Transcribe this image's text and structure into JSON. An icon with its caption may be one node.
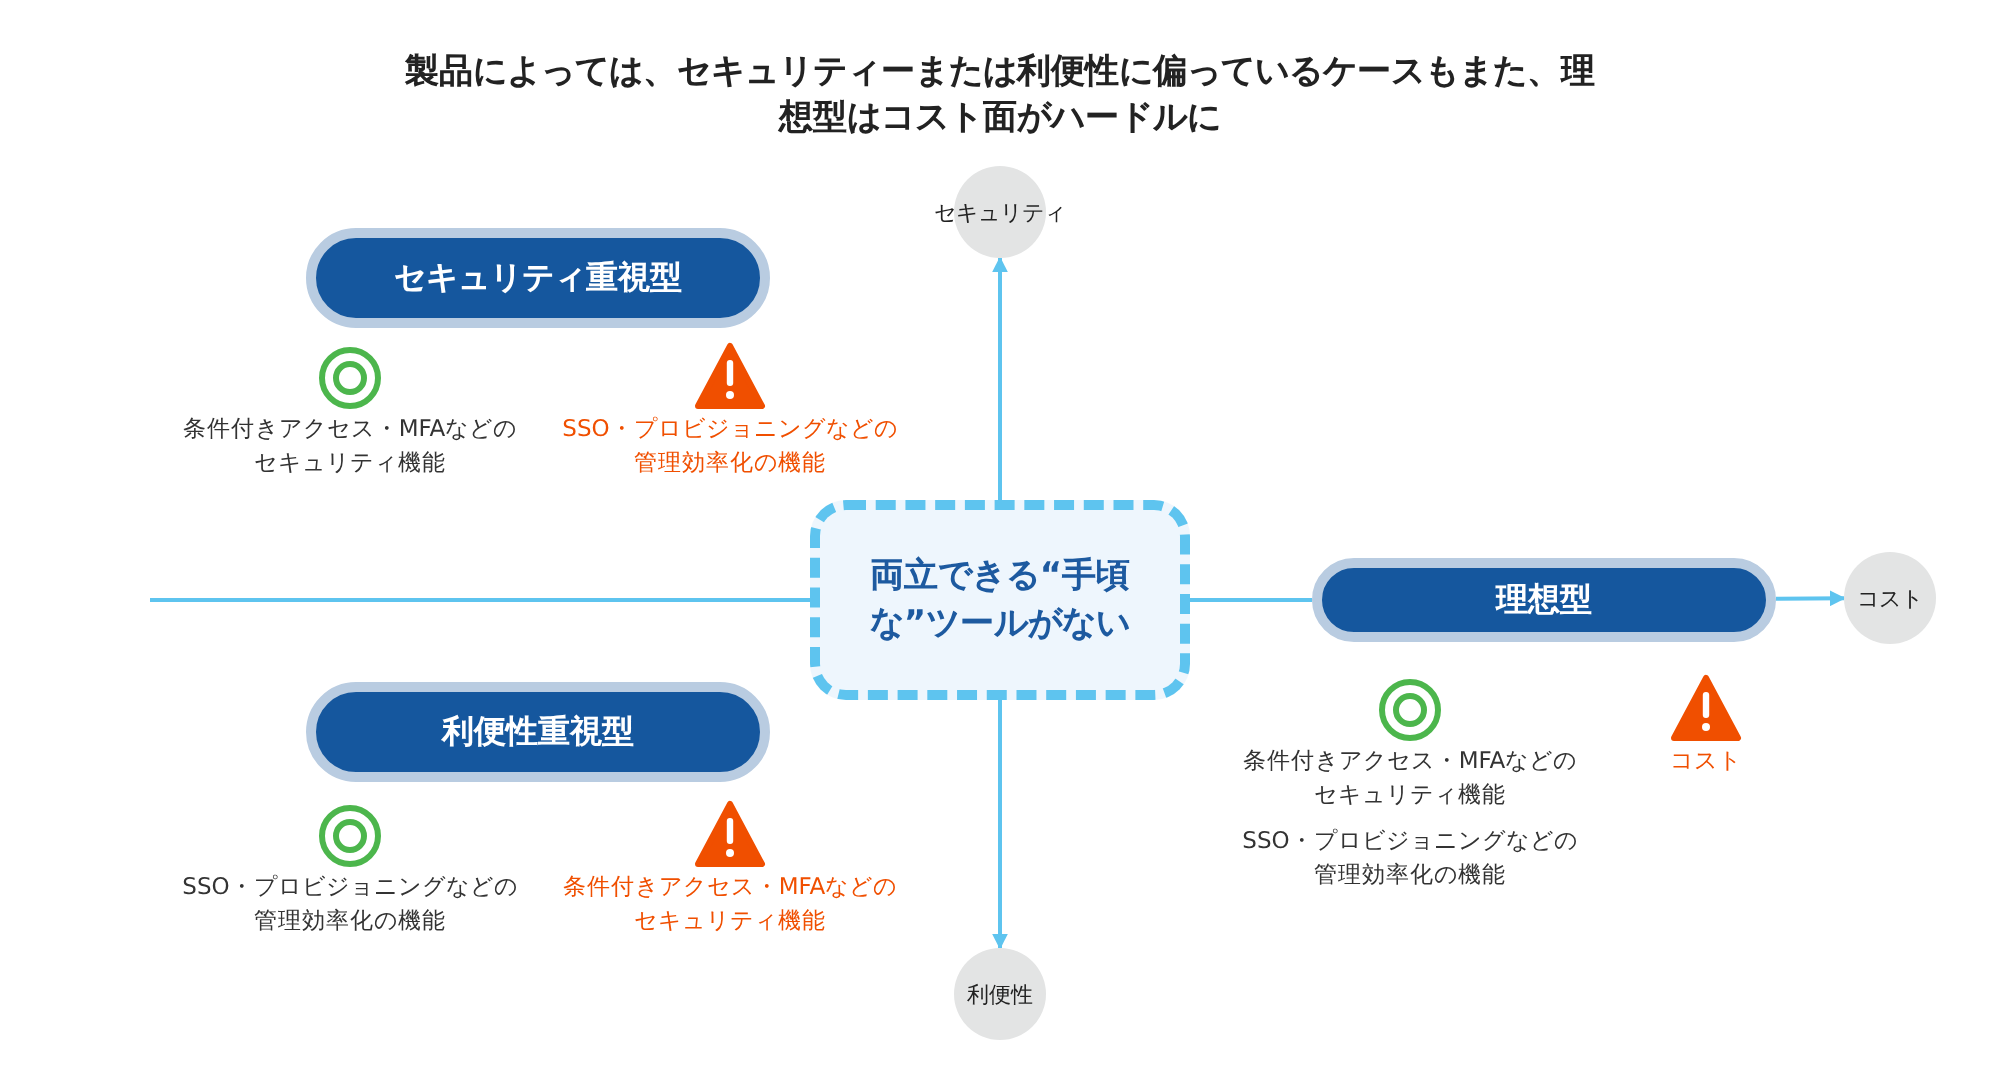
{
  "diagram": {
    "title": "製品によっては、セキュリティーまたは利便性に偏っているケースもまた、理想型はコスト面がハードルに",
    "nodes": [
      {
        "text": [
          "両立できる“手頃な”ツールがない"
        ]
      },
      {
        "text": [
          "セキュリティ"
        ]
      },
      {
        "text": [
          "利便性"
        ]
      },
      {
        "text": [
          "コスト"
        ]
      },
      {
        "text": [
          "理想型"
        ]
      },
      {
        "text": [
          "セキュリティ重視型"
        ]
      },
      {
        "text": [
          "利便性重視型"
        ]
      }
    ],
    "edges": [
      {
        "from": null,
        "to": 0,
        "arrow": "none"
      },
      {
        "from": 0,
        "to": 1,
        "arrow": "to"
      },
      {
        "from": 0,
        "to": 2,
        "arrow": "to"
      },
      {
        "from": 0,
        "to": 4,
        "arrow": "none"
      },
      {
        "from": 4,
        "to": 3,
        "arrow": "to"
      }
    ],
    "labels": [
      "条件付きアクセス・MFAなどのセキュリティ機能",
      "SSO・プロビジョニングなどの管理効率化の機能",
      "条件付きアクセス・MFAなどのセキュリティ機能",
      "コスト",
      "SSO・プロビジョニングなどの管理効率化の機能",
      "SSO・プロビジョニングなどの管理効率化の機能",
      "条件付きアクセス・MFAなどのセキュリティ機能"
    ]
  }
}
